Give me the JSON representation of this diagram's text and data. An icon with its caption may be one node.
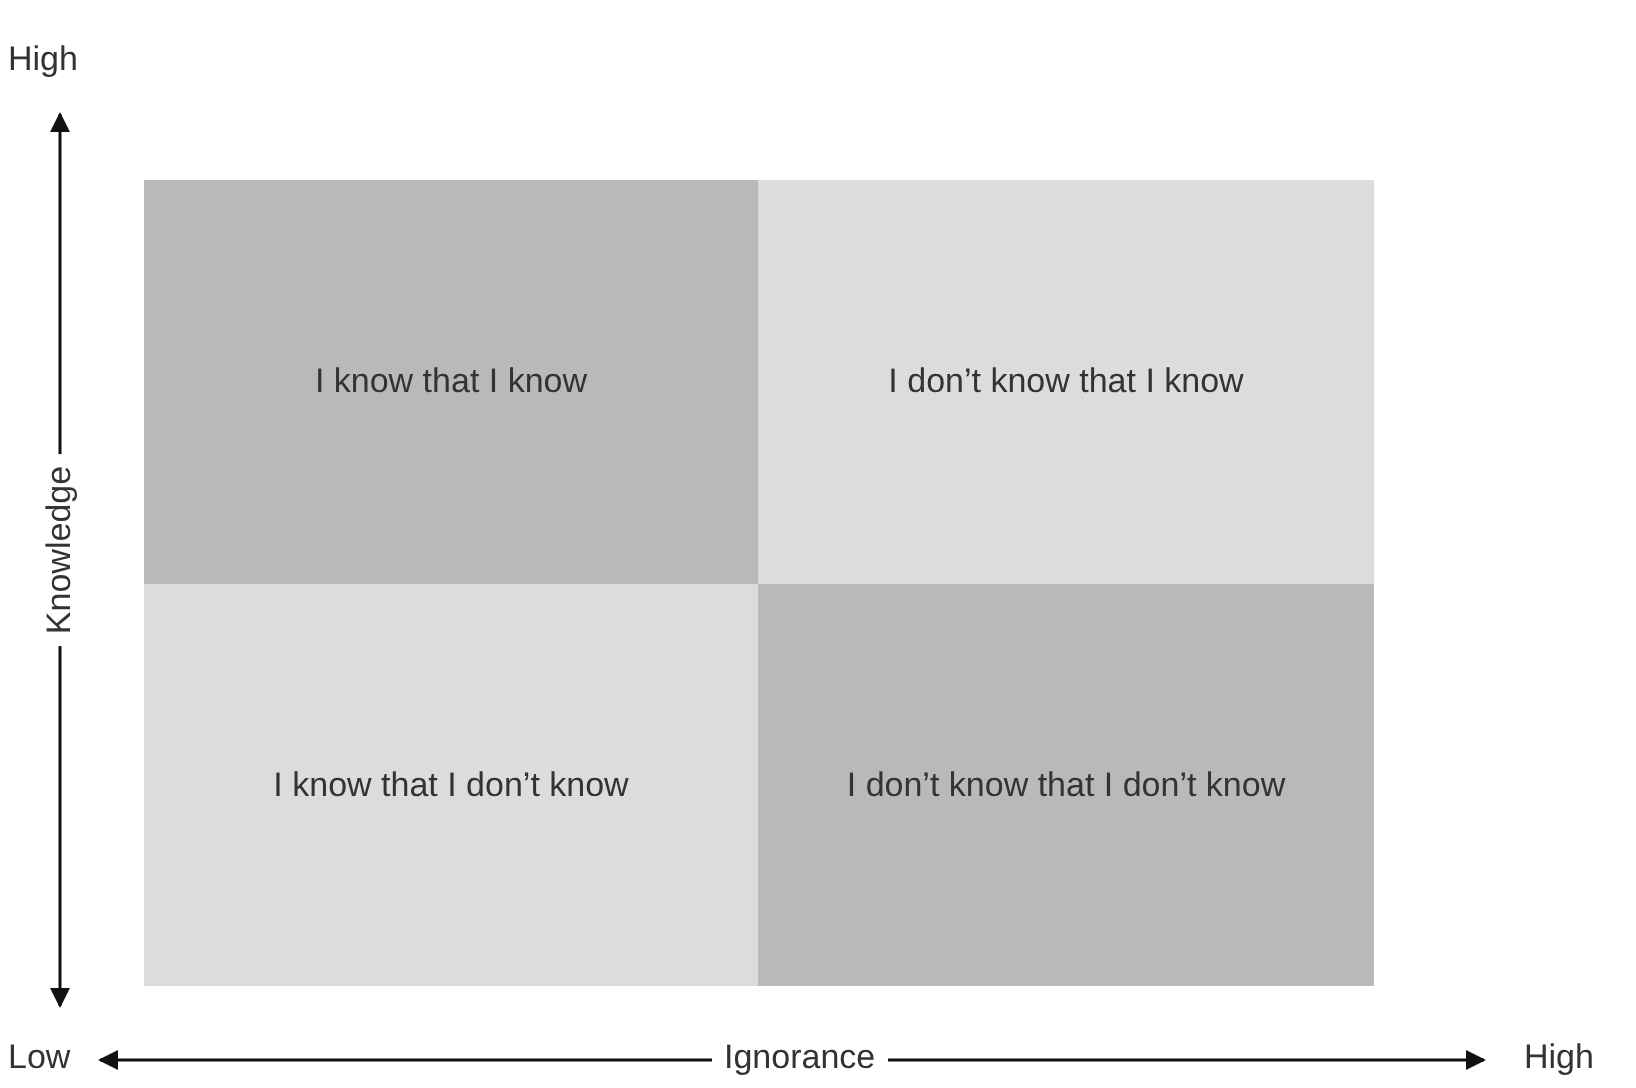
{
  "diagram": {
    "nodes": [
      {
        "text": [
          "I know that I know"
        ]
      },
      {
        "text": [
          "I don’t know that I know"
        ]
      },
      {
        "text": [
          "I know that I don’t know"
        ]
      },
      {
        "text": [
          "I don’t know that I don’t know"
        ]
      }
    ],
    "labels": [
      "High",
      "Knowledge",
      "Low",
      "Ignorance",
      "High"
    ]
  }
}
